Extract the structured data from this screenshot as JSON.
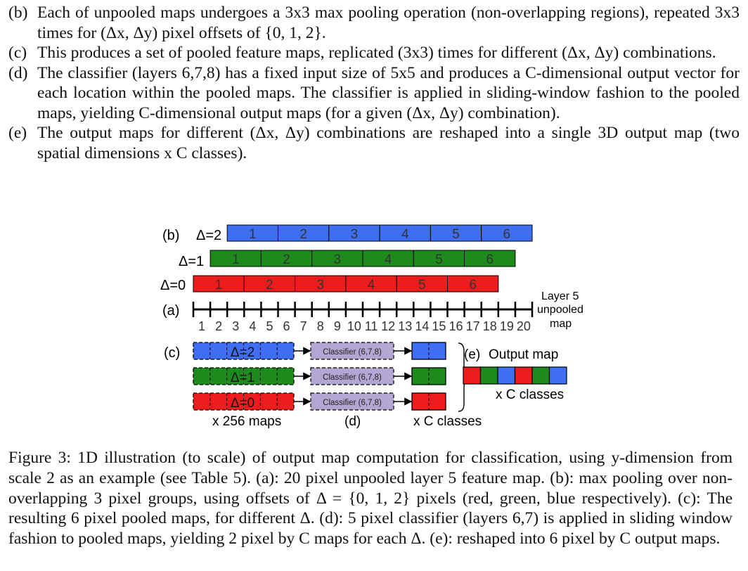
{
  "list": [
    {
      "label": "(b)",
      "text": "Each of unpooled maps undergoes a 3x3 max pooling operation (non-overlapping regions), repeated 3x3 times for (Δx, Δy) pixel offsets of {0, 1, 2}."
    },
    {
      "label": "(c)",
      "text": "This produces a set of pooled feature maps, replicated (3x3) times for different (Δx, Δy) combinations."
    },
    {
      "label": "(d)",
      "text": "The classifier (layers 6,7,8) has a fixed input size of 5x5 and produces a C-dimensional output vector for each location within the pooled maps. The classifier is applied in sliding-window fashion to the pooled maps, yielding C-dimensional output maps (for a given (Δx, Δy) combination)."
    },
    {
      "label": "(e)",
      "text": "The output maps for different (Δx, Δy) combinations are reshaped into a single 3D output map (two spatial dimensions x C classes)."
    }
  ],
  "figure": {
    "colors": {
      "red": "#ee1c1c",
      "green": "#1e8a1e",
      "blue": "#3f6ff0",
      "purple": "#b3a6d2"
    },
    "label_b": "(b)",
    "label_a": "(a)",
    "label_c": "(c)",
    "label_d": "(d)",
    "label_e": "(e)",
    "delta2": "Δ=2",
    "delta1": "Δ=1",
    "delta0": "Δ=0",
    "pool_numbers": [
      "1",
      "2",
      "3",
      "4",
      "5",
      "6"
    ],
    "axis_numbers": [
      "1",
      "2",
      "3",
      "4",
      "5",
      "6",
      "7",
      "8",
      "9",
      "10",
      "11",
      "12",
      "13",
      "14",
      "15",
      "16",
      "17",
      "18",
      "19",
      "20"
    ],
    "layer5_line1": "Layer 5",
    "layer5_line2": "unpooled",
    "layer5_line3": "map",
    "pooled_d2": "Δ=2",
    "pooled_d1": "Δ=1",
    "pooled_d0": "Δ=0",
    "classifier": "Classifier (6,7,8)",
    "maps_256": "x 256 maps",
    "c_classes_out": "x C classes",
    "output_map": "Output map",
    "c_classes_e": "x C classes",
    "output_order": [
      "red",
      "green",
      "blue",
      "red",
      "green",
      "blue"
    ]
  },
  "caption": "Figure 3: 1D illustration (to scale) of output map computation for classification, using y-dimension from scale 2 as an example (see Table 5). (a): 20 pixel unpooled layer 5 feature map. (b): max pooling over non-overlapping 3 pixel groups, using offsets of Δ = {0, 1, 2} pixels (red, green, blue respectively). (c): The resulting 6 pixel pooled maps, for different Δ. (d): 5 pixel classifier (layers 6,7) is applied in sliding window fashion to pooled maps, yielding 2 pixel by C maps for each Δ. (e): reshaped into 6 pixel by C output maps."
}
